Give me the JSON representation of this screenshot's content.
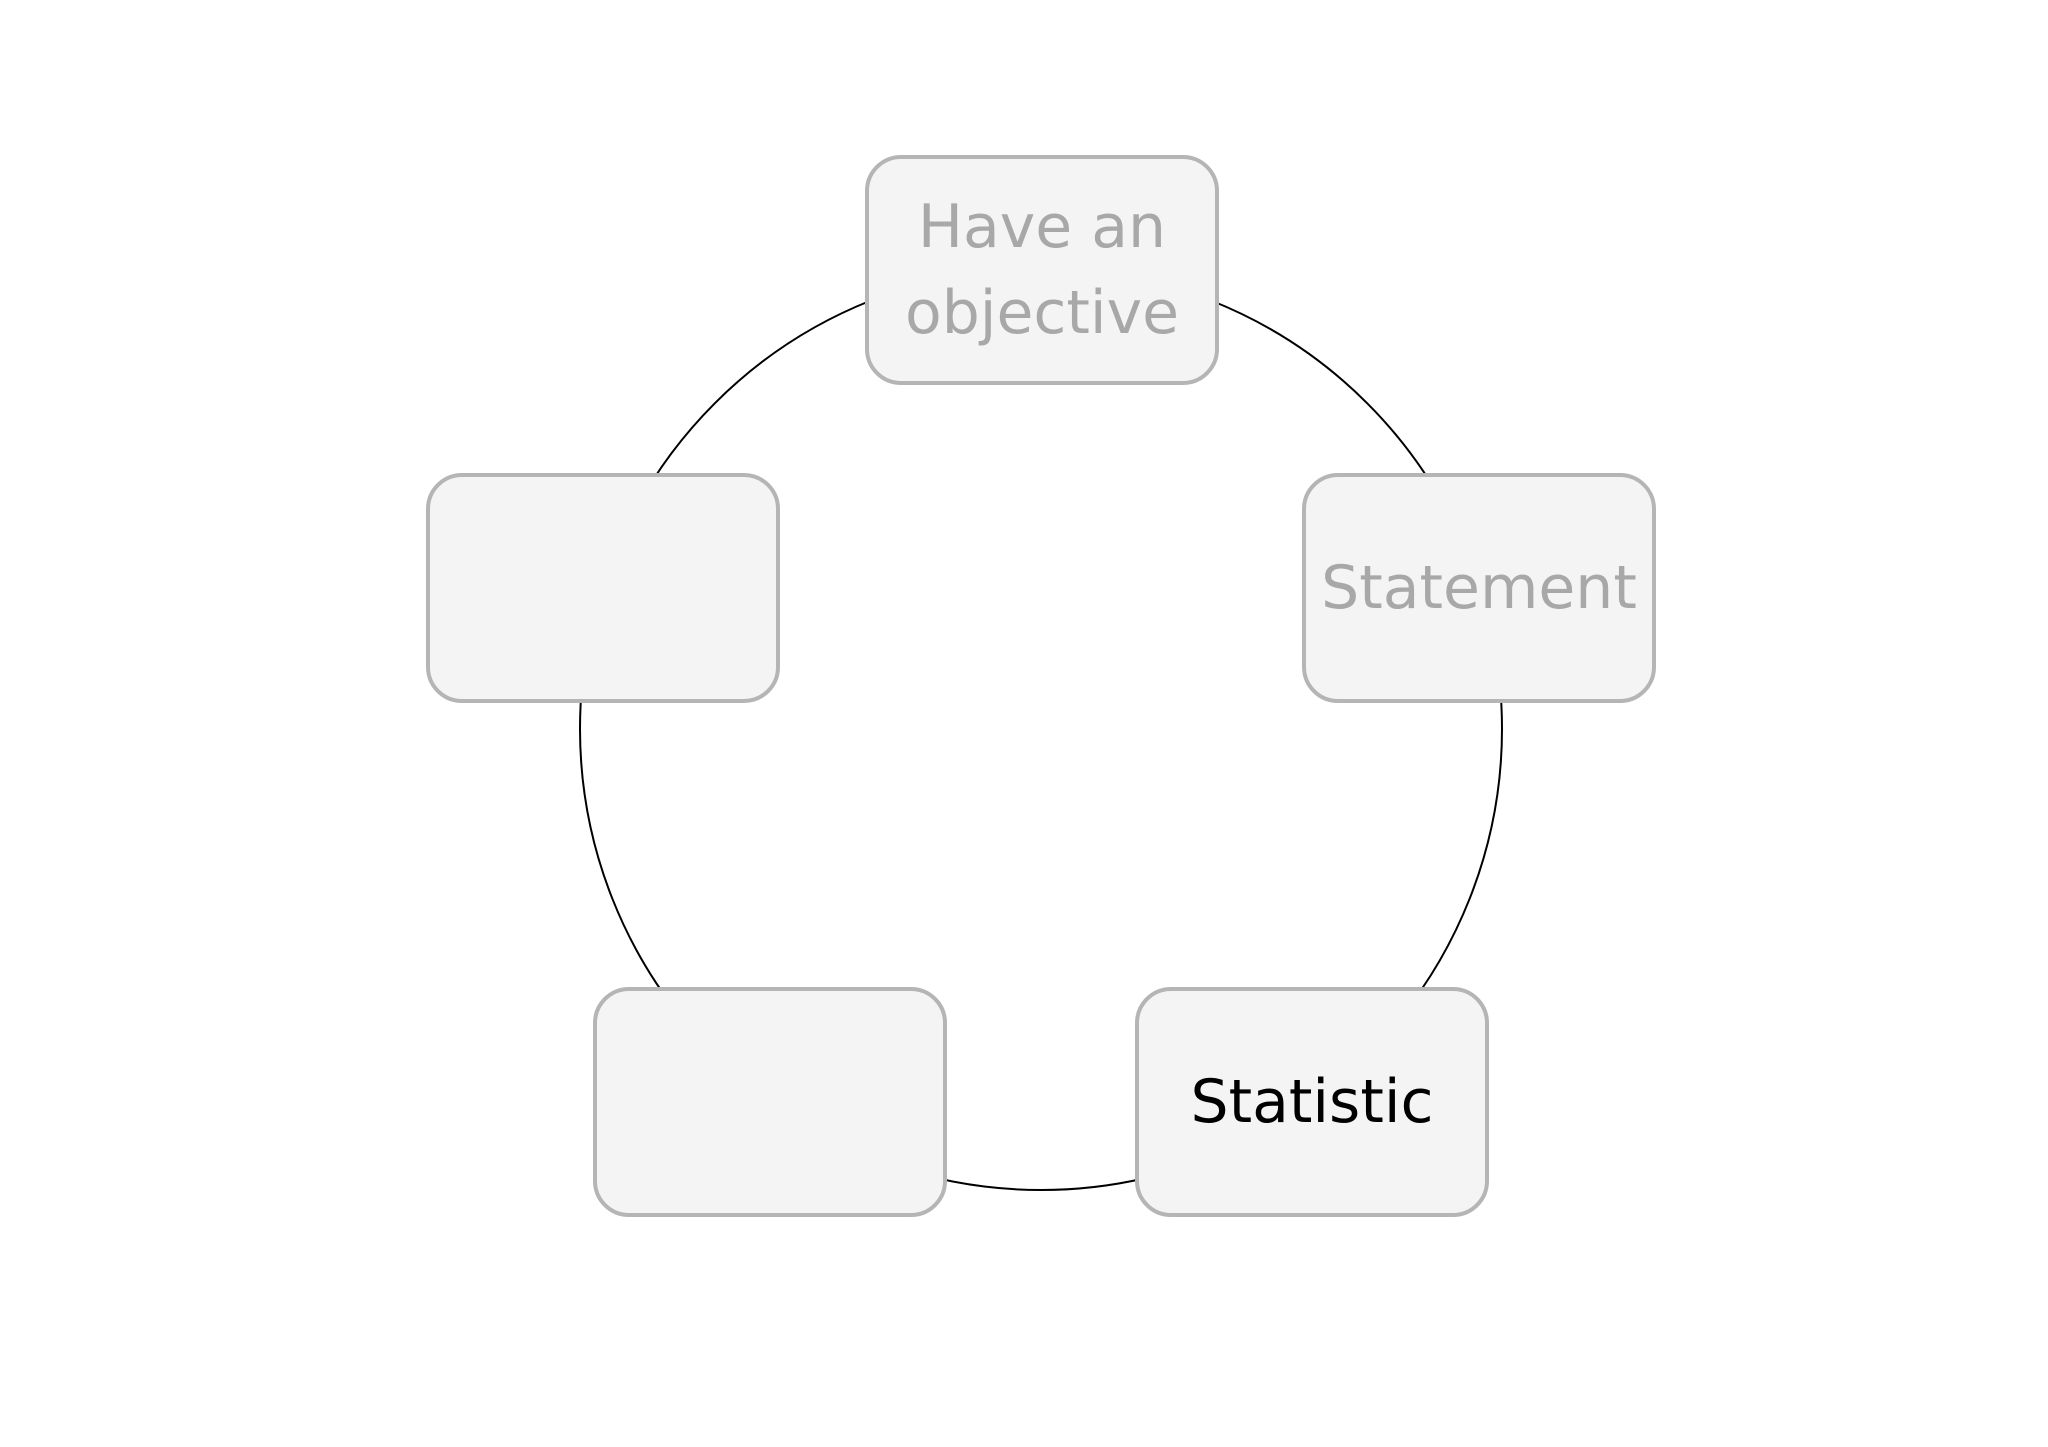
{
  "diagram": {
    "type": "cycle",
    "nodes": [
      {
        "id": "top",
        "label": "Have an\nobjective",
        "highlighted": false
      },
      {
        "id": "right",
        "label": "Statement",
        "highlighted": false
      },
      {
        "id": "bottom-right",
        "label": "Statistic",
        "highlighted": true
      },
      {
        "id": "bottom-left",
        "label": "",
        "highlighted": false
      },
      {
        "id": "left",
        "label": "",
        "highlighted": false
      }
    ],
    "colors": {
      "node_fill": "#f4f4f4",
      "node_border": "#b5b5b5",
      "muted_text": "#a8a8a8",
      "active_text": "#000000",
      "ring_line": "#000000"
    }
  }
}
